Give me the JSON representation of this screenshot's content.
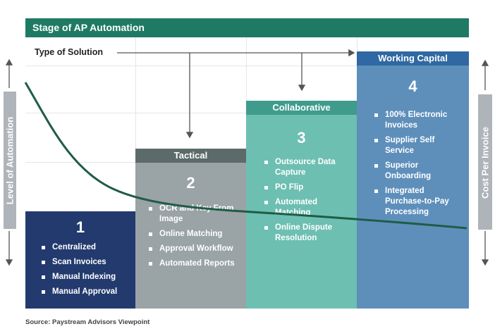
{
  "title": "Stage of AP Automation",
  "type_label": "Type of Solution",
  "left_axis": "Level of Automation",
  "right_axis": "Cost Per Invoice",
  "source": "Source: Paystream Advisors Viewpoint",
  "stages": [
    {
      "number": "1",
      "header": "",
      "color": "#233a6e",
      "items": [
        "Centralized",
        "Scan Invoices",
        "Manual Indexing",
        "Manual Approval"
      ]
    },
    {
      "number": "2",
      "header": "Tactical",
      "color": "#9aa3a6",
      "header_color": "#5c6b6a",
      "items": [
        "OCR and Key From Image",
        "Online Matching",
        "Approval Workflow",
        "Automated Reports"
      ]
    },
    {
      "number": "3",
      "header": "Collaborative",
      "color": "#6dbfb1",
      "header_color": "#3f9c8c",
      "items": [
        "Outsource Data Capture",
        "PO Flip",
        "Automated Matching",
        "Online Dispute Resolution"
      ]
    },
    {
      "number": "4",
      "header": "Working Capital",
      "color": "#5e8fbb",
      "header_color": "#2f68a3",
      "items": [
        "100% Electronic Invoices",
        "Supplier Self Service",
        "Superior Onboarding",
        "Integrated Purchase-to-Pay Processing"
      ]
    }
  ]
}
